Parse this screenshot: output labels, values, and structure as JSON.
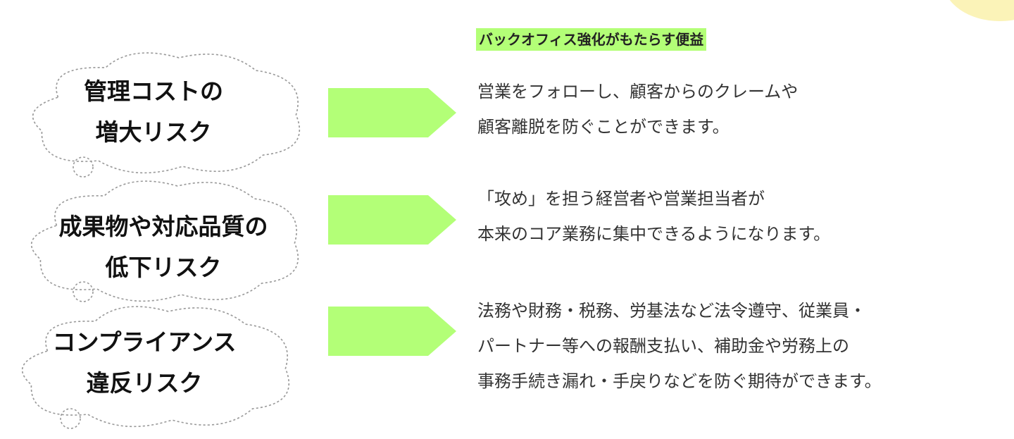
{
  "heading": "バックオフィス強化がもたらす便益",
  "colors": {
    "accent": "#b3ff77",
    "cloud_stroke": "#999999",
    "corner": "#fbf3b8"
  },
  "risks": [
    {
      "lines": [
        "管理コストの",
        "増大リスク"
      ]
    },
    {
      "lines": [
        "成果物や対応品質の",
        "低下リスク"
      ]
    },
    {
      "lines": [
        "コンプライアンス",
        "違反リスク"
      ]
    }
  ],
  "benefits": [
    {
      "lines": [
        "営業をフォローし、顧客からのクレームや",
        "顧客離脱を防ぐことができます。"
      ]
    },
    {
      "lines": [
        "「攻め」を担う経営者や営業担当者が",
        "本来のコア業務に集中できるようになります。"
      ]
    },
    {
      "lines": [
        "法務や財務・税務、労基法など法令遵守、従業員・",
        "パートナー等への報酬支払い、補助金や労務上の",
        "事務手続き漏れ・手戻りなどを防ぐ期待ができます。"
      ]
    }
  ]
}
